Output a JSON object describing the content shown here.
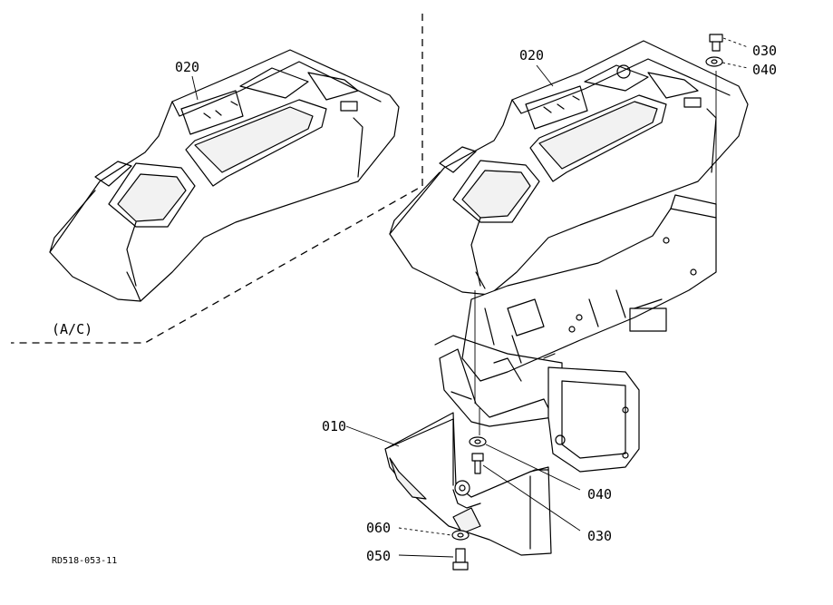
{
  "callouts": {
    "console_left": "020",
    "console_right": "020",
    "screw_top": "030",
    "washer_top": "040",
    "cover": "010",
    "washer_mid": "040",
    "screw_mid": "030",
    "washer_bottom": "060",
    "bolt_bottom": "050"
  },
  "variant_label": "(A/C)",
  "drawing_code": "RD518-053-11"
}
